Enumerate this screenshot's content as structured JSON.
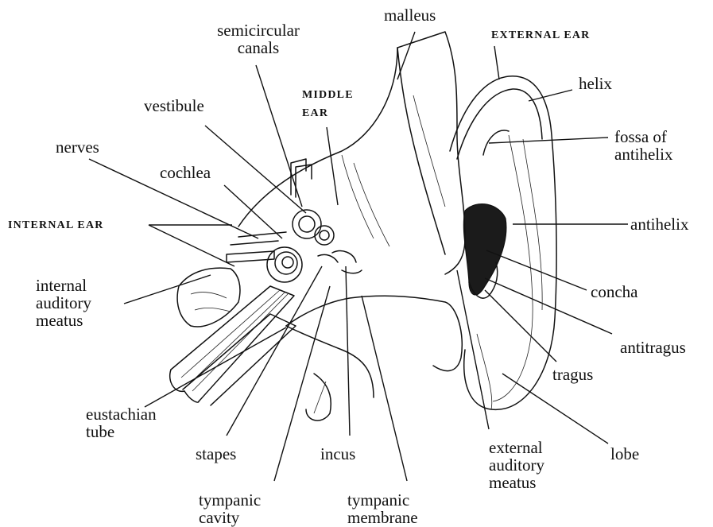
{
  "labels": {
    "malleus": [
      "malleus"
    ],
    "semicircular_canals": [
      "semicircular",
      "canals"
    ],
    "external_ear": [
      "EXTERNAL EAR"
    ],
    "helix": [
      "helix"
    ],
    "middle_ear": [
      "MIDDLE",
      "EAR"
    ],
    "vestibule": [
      "vestibule"
    ],
    "fossa_of_antihelix": [
      "fossa of",
      "antihelix"
    ],
    "nerves": [
      "nerves"
    ],
    "cochlea": [
      "cochlea"
    ],
    "internal_ear": [
      "INTERNAL EAR"
    ],
    "antihelix": [
      "antihelix"
    ],
    "internal_auditory_meatus": [
      "internal",
      "auditory",
      "meatus"
    ],
    "concha": [
      "concha"
    ],
    "antitragus": [
      "antitragus"
    ],
    "tragus": [
      "tragus"
    ],
    "eustachian_tube": [
      "eustachian",
      "tube"
    ],
    "stapes": [
      "stapes"
    ],
    "incus": [
      "incus"
    ],
    "external_auditory_meatus": [
      "external",
      "auditory",
      "meatus"
    ],
    "lobe": [
      "lobe"
    ],
    "tympanic_cavity": [
      "tympanic",
      "cavity"
    ],
    "tympanic_membrane": [
      "tympanic",
      "membrane"
    ]
  }
}
